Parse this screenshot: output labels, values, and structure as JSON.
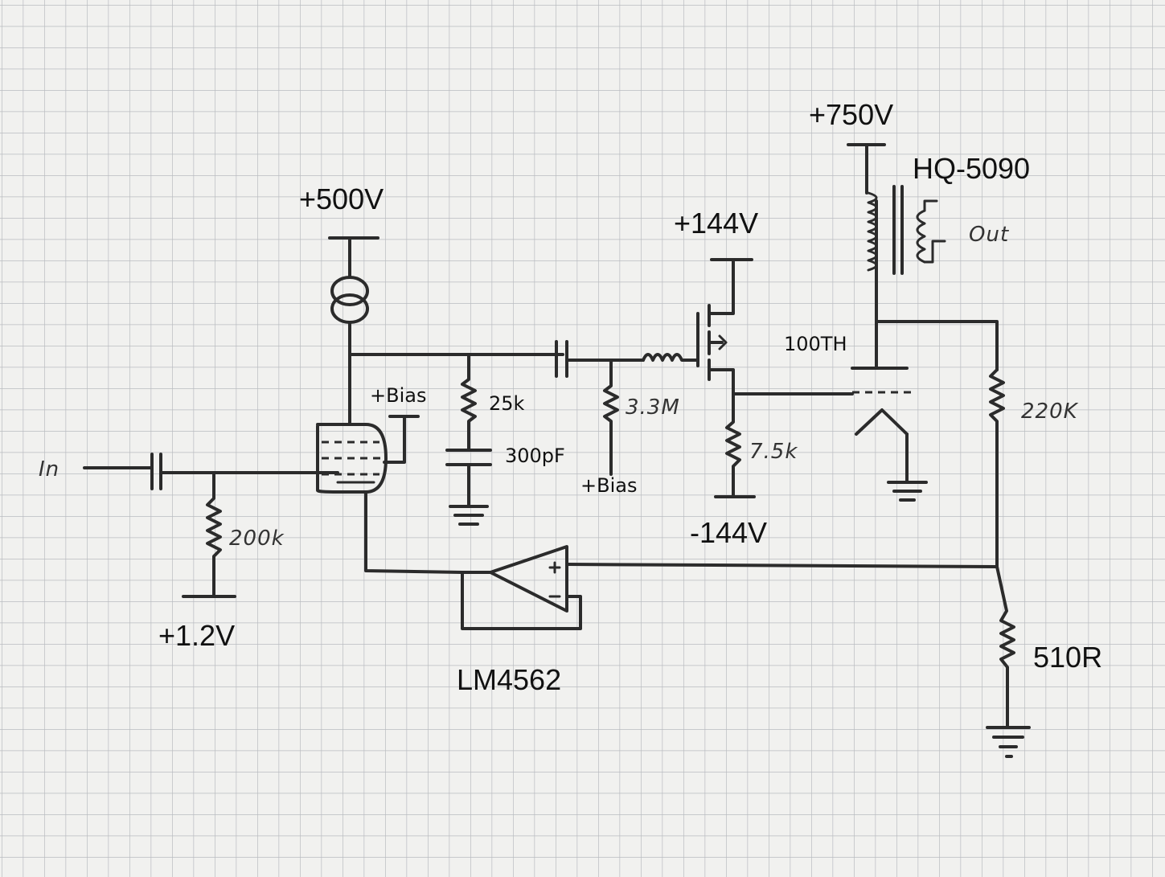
{
  "labels": {
    "v500": "+500V",
    "v144p": "+144V",
    "v750": "+750V",
    "transformer": "HQ-5090",
    "out": "Out",
    "r25k": "25k",
    "c300": "300pF",
    "bias1": "+Bias",
    "bias2": "+Bias",
    "r33m": "3.3M",
    "r75k": "7.5k",
    "v144n": "-144V",
    "tube": "100TH",
    "r220k": "220K",
    "r200k": "200k",
    "in": "In",
    "v12": "+1.2V",
    "opamp": "LM4562",
    "r510": "510R"
  },
  "colors": {
    "paper": "#f1f1ef",
    "grid": "#b9bcc0",
    "ink": "#2b2b2b"
  }
}
